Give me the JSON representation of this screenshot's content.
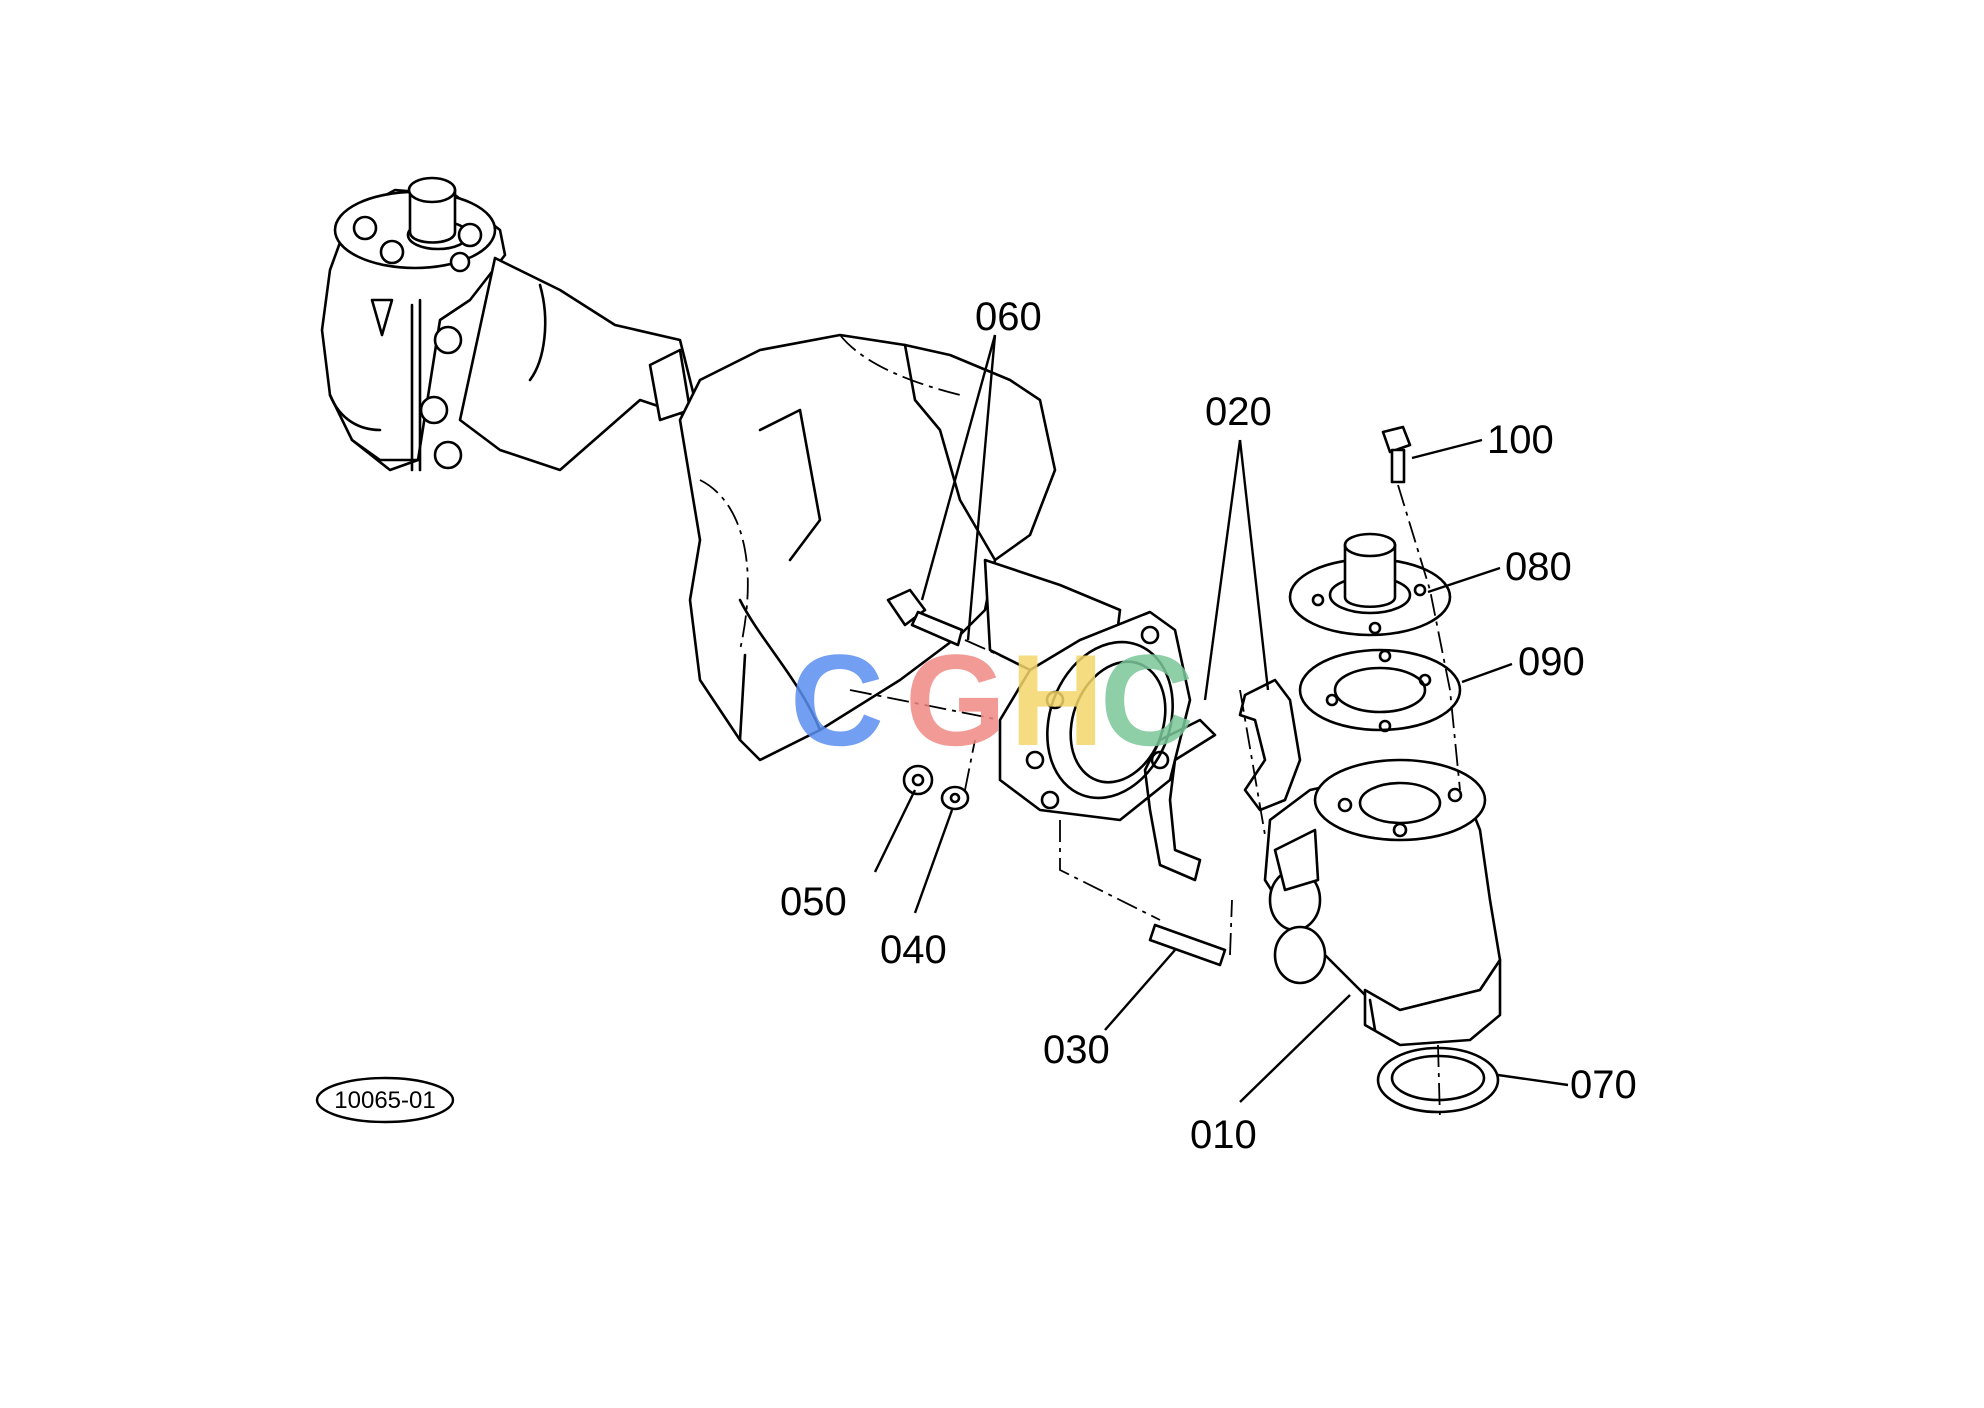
{
  "diagram": {
    "reference_code": "10065-01",
    "callouts": {
      "p010": "010",
      "p020": "020",
      "p030": "030",
      "p040": "040",
      "p050": "050",
      "p060": "060",
      "p070": "070",
      "p080": "080",
      "p090": "090",
      "p100": "100"
    }
  },
  "watermark": {
    "text": "CGHC",
    "colors": [
      "#5b8ff0",
      "#f08a84",
      "#f5d66a",
      "#7cc79a"
    ]
  }
}
